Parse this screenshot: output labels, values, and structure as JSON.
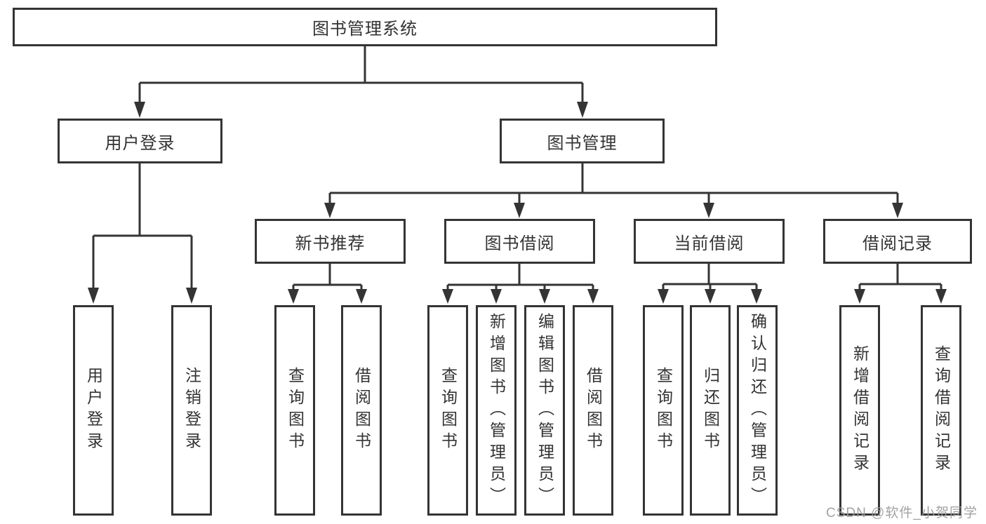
{
  "diagram": {
    "tree": {
      "label": "图书管理系统",
      "children": [
        {
          "label": "用户登录",
          "children": [
            {
              "label": "用户登录"
            },
            {
              "label": "注销登录"
            }
          ]
        },
        {
          "label": "图书管理",
          "children": [
            {
              "label": "新书推荐",
              "children": [
                {
                  "label": "查询图书"
                },
                {
                  "label": "借阅图书"
                }
              ]
            },
            {
              "label": "图书借阅",
              "children": [
                {
                  "label": "查询图书"
                },
                {
                  "label": "新增图书（管理员）"
                },
                {
                  "label": "编辑图书（管理员）"
                },
                {
                  "label": "借阅图书"
                }
              ]
            },
            {
              "label": "当前借阅",
              "children": [
                {
                  "label": "查询图书"
                },
                {
                  "label": "归还图书"
                },
                {
                  "label": "确认归还（管理员）"
                }
              ]
            },
            {
              "label": "借阅记录",
              "children": [
                {
                  "label": "新增借阅记录"
                },
                {
                  "label": "查询借阅记录"
                }
              ]
            }
          ]
        }
      ]
    },
    "colors": {
      "line": "#343434",
      "text": "#333333",
      "background": "#ffffff",
      "watermark": "#9b9b9b"
    }
  },
  "watermark": {
    "text": "CSDN @软件_小贺同学"
  }
}
